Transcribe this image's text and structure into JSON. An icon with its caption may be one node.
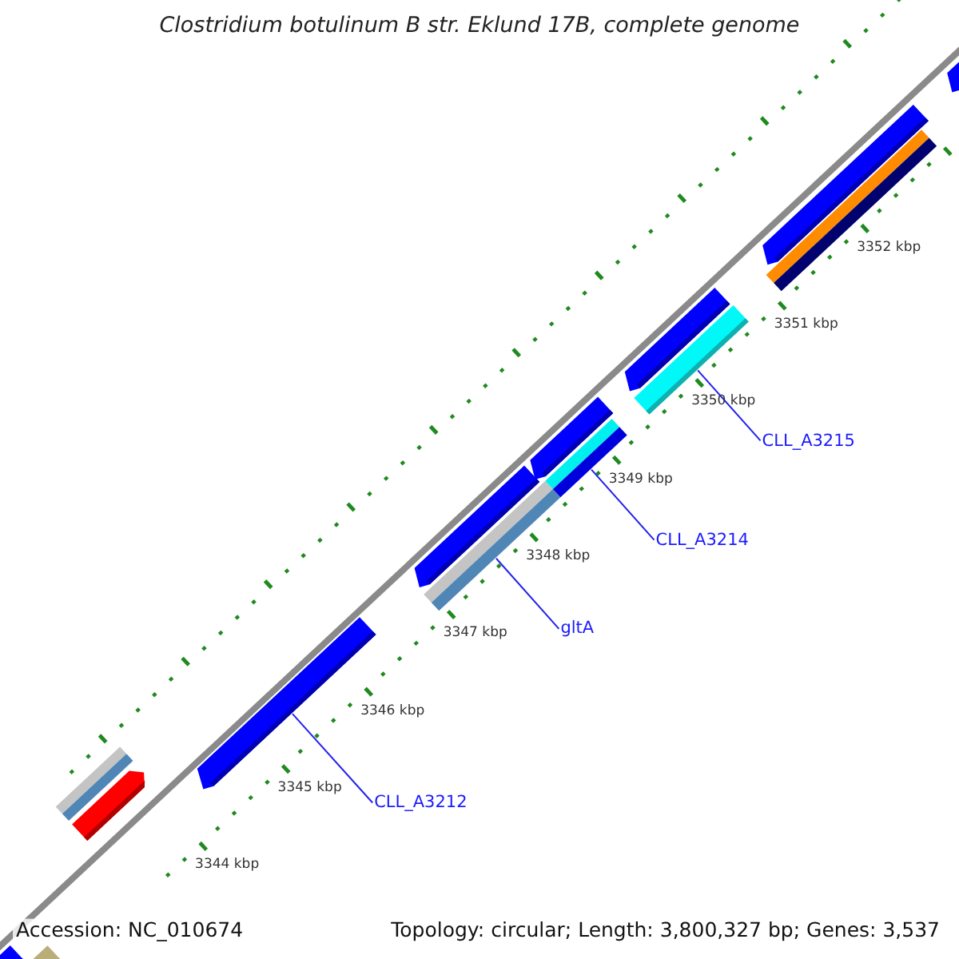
{
  "diagram": {
    "title": "Clostridium botulinum B str. Eklund 17B, complete genome",
    "nodes": [
      {
        "text": [
          "CLL_A3215"
        ]
      },
      {
        "text": [
          "CLL_A3214"
        ]
      },
      {
        "text": [
          "gltA"
        ]
      },
      {
        "text": [
          "CLL_A3212"
        ]
      },
      {
        "text": [],
        "shape": "bar"
      },
      {
        "text": [],
        "shape": "bar"
      },
      {
        "text": [],
        "shape": "bar"
      },
      {
        "text": [],
        "shape": "bar"
      },
      {
        "text": [],
        "shape": "bar"
      },
      {
        "text": [],
        "shape": "bar"
      },
      {
        "text": [],
        "shape": "bar"
      },
      {
        "text": [],
        "shape": "bar"
      },
      {
        "text": [],
        "shape": "bar"
      },
      {
        "text": [],
        "shape": "bar"
      },
      {
        "text": [],
        "shape": "bar"
      },
      {
        "text": [],
        "shape": "bar"
      },
      {
        "text": [],
        "shape": "bar"
      },
      {
        "text": [],
        "shape": "bar"
      }
    ],
    "edges": [
      {
        "from": 0,
        "to": 13,
        "arrow": "none"
      },
      {
        "from": 1,
        "to": 12,
        "arrow": "none"
      },
      {
        "from": 2,
        "to": 9,
        "arrow": "none"
      },
      {
        "from": 3,
        "to": 8,
        "arrow": "none"
      }
    ],
    "labels": [
      "3352 kbp",
      "3351 kbp",
      "3350 kbp",
      "3349 kbp",
      "3348 kbp",
      "3347 kbp",
      "3346 kbp",
      "3345 kbp",
      "3344 kbp",
      "Accession: NC_010674",
      "Topology: circular; Length: 3,800,327 bp; Genes: 3,537"
    ]
  }
}
